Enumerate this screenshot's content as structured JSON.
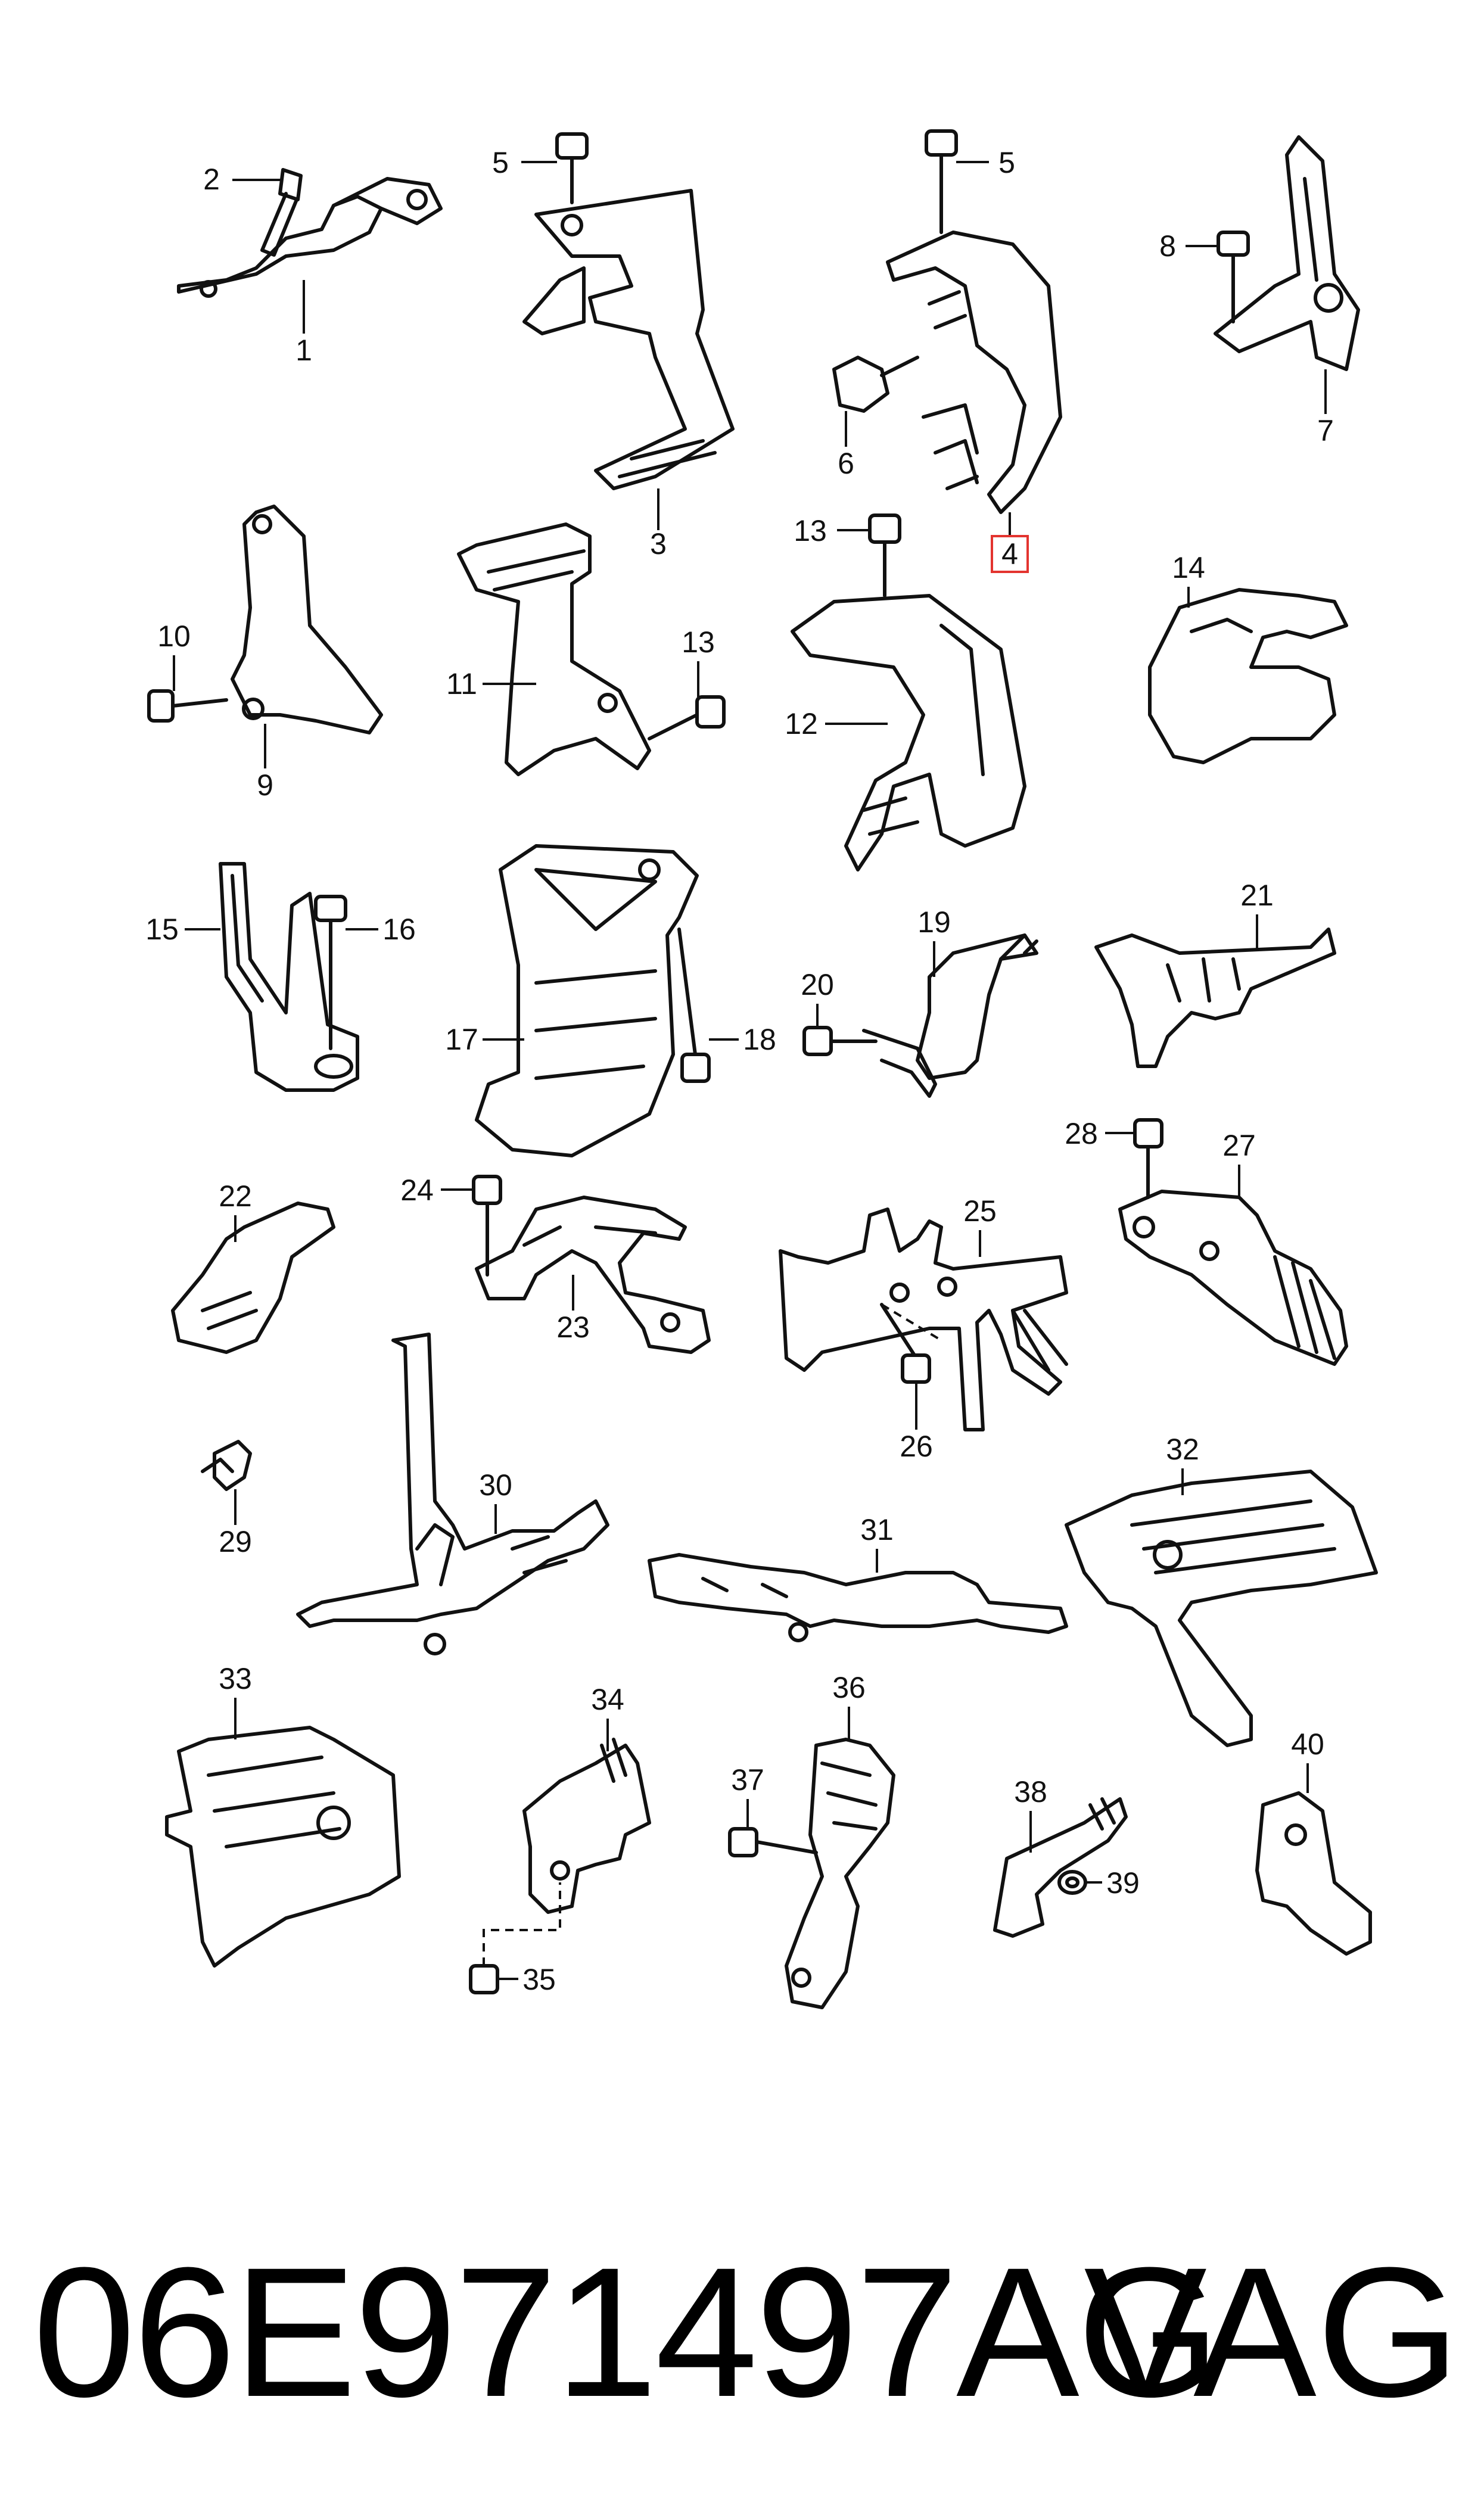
{
  "callouts": [
    "1",
    "2",
    "3",
    "4",
    "5",
    "5",
    "6",
    "7",
    "8",
    "9",
    "10",
    "11",
    "12",
    "13",
    "13",
    "14",
    "15",
    "16",
    "17",
    "18",
    "19",
    "20",
    "21",
    "22",
    "23",
    "24",
    "25",
    "26",
    "27",
    "28",
    "29",
    "30",
    "31",
    "32",
    "33",
    "34",
    "35",
    "36",
    "37",
    "38",
    "39",
    "40"
  ],
  "highlighted_callout": "4",
  "colors": {
    "line": "#111111",
    "highlight": "#e3342f",
    "background": "#ffffff"
  },
  "footer": {
    "part_number": "06E971497AG",
    "brand": "VAG"
  }
}
